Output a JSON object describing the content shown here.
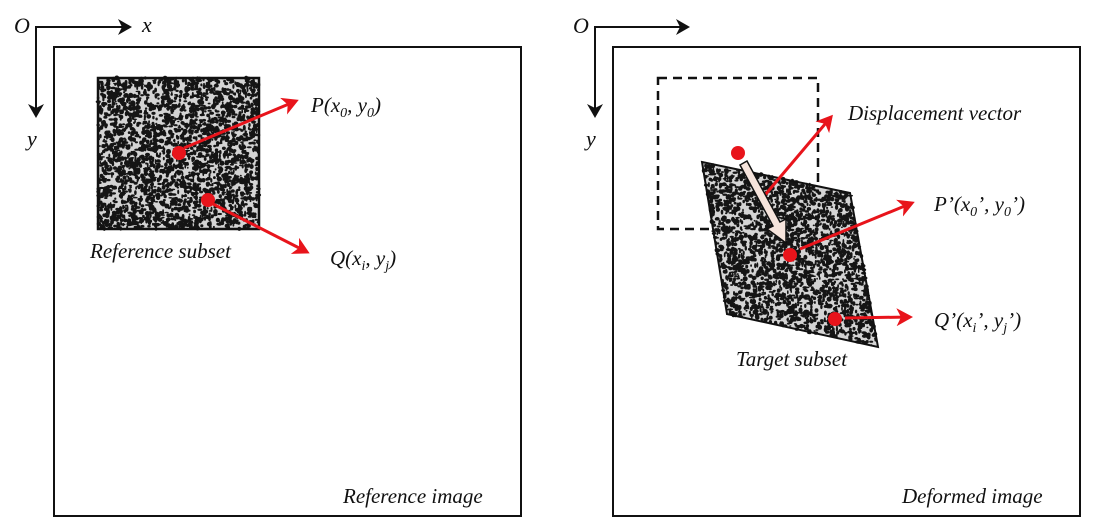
{
  "left_panel": {
    "axes": {
      "origin": "O",
      "x": "x",
      "y": "y"
    },
    "caption": "Reference image",
    "subset_label": "Reference subset",
    "point_p": {
      "a": "P(x",
      "s1": "0",
      "b": ", y",
      "s2": "0",
      "c": ")"
    },
    "point_q": {
      "a": "Q(x",
      "s1": "i",
      "b": ", y",
      "s2": "j",
      "c": ")"
    }
  },
  "right_panel": {
    "axes": {
      "origin": "O",
      "y": "y"
    },
    "caption": "Deformed image",
    "subset_label": "Target subset",
    "displacement_label": "Displacement vector",
    "point_p": {
      "a": "P’(x",
      "s1": "0",
      "b": "’, y",
      "s2": "0",
      "c": "’)"
    },
    "point_q": {
      "a": "Q’(x",
      "s1": "i",
      "b": "’, y",
      "s2": "j",
      "c": "’)"
    }
  },
  "colors": {
    "accent": "#e8141b",
    "speckle_bg": "#d4d4d4",
    "speckle_dark": "#151515",
    "vector_fill": "#f6e4dc"
  }
}
